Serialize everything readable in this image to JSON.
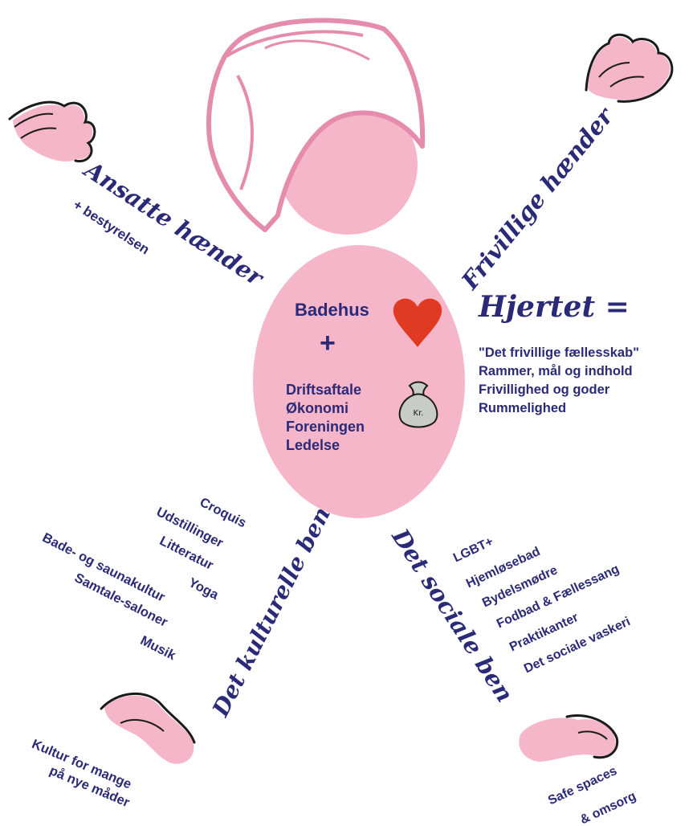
{
  "colors": {
    "pink": "#f4b6c8",
    "outline_pink": "#e58bab",
    "navy": "#2b2a78",
    "heart_red": "#e13a22",
    "sketch": "#1b1b1b"
  },
  "icons": {
    "heart": "heart-icon",
    "money_bag": "money-bag-icon",
    "plus": "plus-icon"
  },
  "arms": {
    "left_title": "Ansatte hænder",
    "left_sub": "+ bestyrelsen",
    "right_title": "Frivillige hænder"
  },
  "body": {
    "badehus": "Badehus",
    "plus": "+",
    "money_bag_label": "Kr.",
    "items": [
      "Driftsaftale",
      "Økonomi",
      "Foreningen",
      "Ledelse"
    ]
  },
  "heart": {
    "title": "Hjertet =",
    "items": [
      "\"Det frivillige fællesskab\"",
      "Rammer, mål og indhold",
      "Frivillighed og goder",
      "Rummelighed"
    ]
  },
  "legs": {
    "left_title": "Det kulturelle ben",
    "left_items": [
      "Croquis",
      "Udstillinger",
      "Litteratur",
      "Yoga",
      "Bade- og saunakultur",
      "Samtale-saloner",
      "Musik"
    ],
    "left_foot_1": "Kultur for mange",
    "left_foot_2": "på nye måder",
    "right_title": "Det sociale ben",
    "right_items": [
      "LGBT+",
      "Hjemløsebad",
      "Bydelsmødre",
      "Fodbad & Fællessang",
      "Praktikanter",
      "Det sociale vaskeri"
    ],
    "right_foot_1": "Safe spaces",
    "right_foot_2": "& omsorg"
  }
}
